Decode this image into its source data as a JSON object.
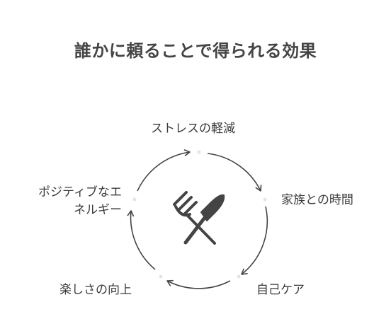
{
  "title": "誰かに頼ることで得られる効果",
  "cycle": {
    "center_icon": "fork-knife-icon",
    "items": [
      {
        "label": "ストレスの軽減"
      },
      {
        "label": "家族との時間"
      },
      {
        "label": "自己ケア"
      },
      {
        "label": "楽しさの向上"
      },
      {
        "label_line1": "ポジティブなエ",
        "label_line2": "ネルギー"
      }
    ]
  },
  "colors": {
    "text": "#3b3b3b",
    "arrow": "#444444",
    "dot": "#e6e6e6",
    "icon": "#444444"
  }
}
